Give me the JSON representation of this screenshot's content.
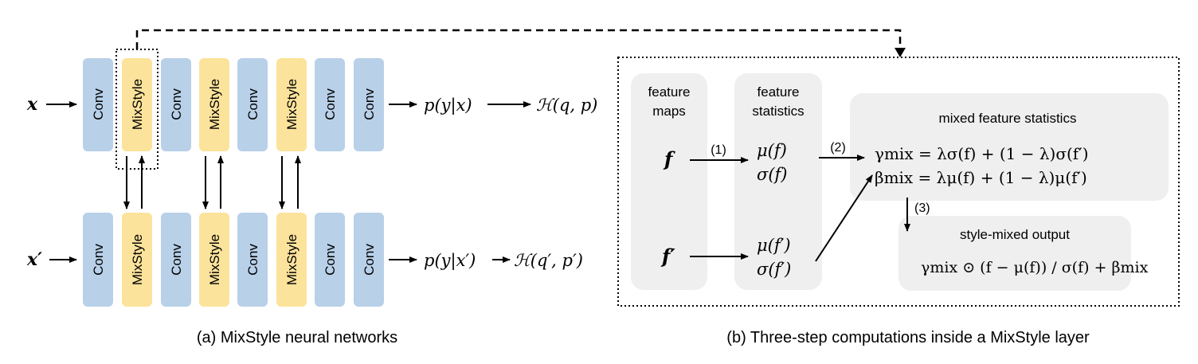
{
  "colors": {
    "conv": "#b8d0e8",
    "mixstyle": "#fce39b",
    "panel_bg": "#efefef",
    "line": "#000000"
  },
  "left": {
    "input_top": "x",
    "input_bottom": "x′",
    "top_row": [
      "Conv",
      "MixStyle",
      "Conv",
      "MixStyle",
      "Conv",
      "MixStyle",
      "Conv",
      "Conv"
    ],
    "bottom_row": [
      "Conv",
      "MixStyle",
      "Conv",
      "MixStyle",
      "Conv",
      "MixStyle",
      "Conv",
      "Conv"
    ],
    "output_top_p": "p(y|x)",
    "output_top_h": "ℋ(q, p)",
    "output_bottom_p": "p(y|x′)",
    "output_bottom_h": "ℋ(q′, p′)",
    "caption": "(a) MixStyle neural networks"
  },
  "right": {
    "feature_maps_title_1": "feature",
    "feature_maps_title_2": "maps",
    "f": "f",
    "f_prime": "f′",
    "feature_stats_title_1": "feature",
    "feature_stats_title_2": "statistics",
    "mu_f": "μ(f)",
    "sigma_f": "σ(f)",
    "mu_fp": "μ(f′)",
    "sigma_fp": "σ(f′)",
    "step1": "(1)",
    "step2": "(2)",
    "step3": "(3)",
    "mixed_title": "mixed feature statistics",
    "gamma_eq": "γmix = λσ(f) + (1 − λ)σ(f′)",
    "beta_eq": "βmix = λμ(f) + (1 − λ)μ(f′)",
    "output_title": "style-mixed output",
    "output_eq": "γmix ⊙ (f − μ(f)) / σ(f) + βmix",
    "caption": "(b)  Three-step computations inside a MixStyle layer"
  }
}
